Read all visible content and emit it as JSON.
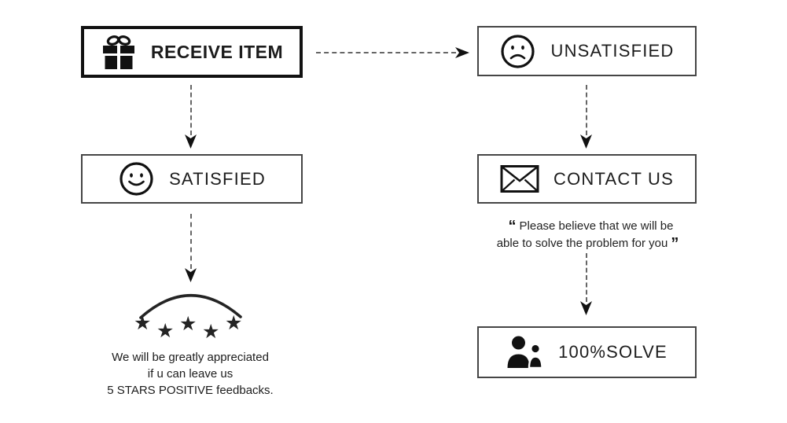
{
  "flowchart": {
    "receive": {
      "label": "RECEIVE ITEM"
    },
    "unsatisfied": {
      "label": "UNSATISFIED"
    },
    "satisfied": {
      "label": "SATISFIED"
    },
    "contact": {
      "label": "CONTACT US"
    },
    "solve": {
      "label": "100%SOLVE"
    },
    "quote": {
      "open": "“",
      "line1": "Please believe that we will be",
      "line2": "able to solve the problem for you",
      "close": "”"
    },
    "note": {
      "line1": "We will be greatly appreciated",
      "line2": "if u can leave us",
      "line3": "5 STARS POSITIVE feedbacks."
    },
    "star_glyph": "★",
    "colors": {
      "ink": "#1c1c1c",
      "thick_border": "#111111",
      "thin_border": "#454545",
      "dash_line": "#666666"
    }
  }
}
